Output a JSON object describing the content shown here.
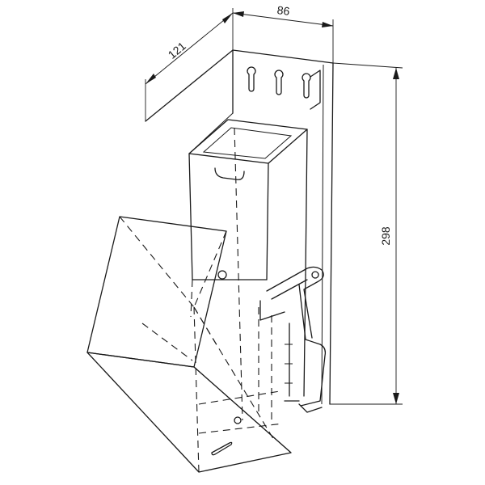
{
  "dimensions": {
    "depth": "121",
    "width": "86",
    "height": "298"
  }
}
